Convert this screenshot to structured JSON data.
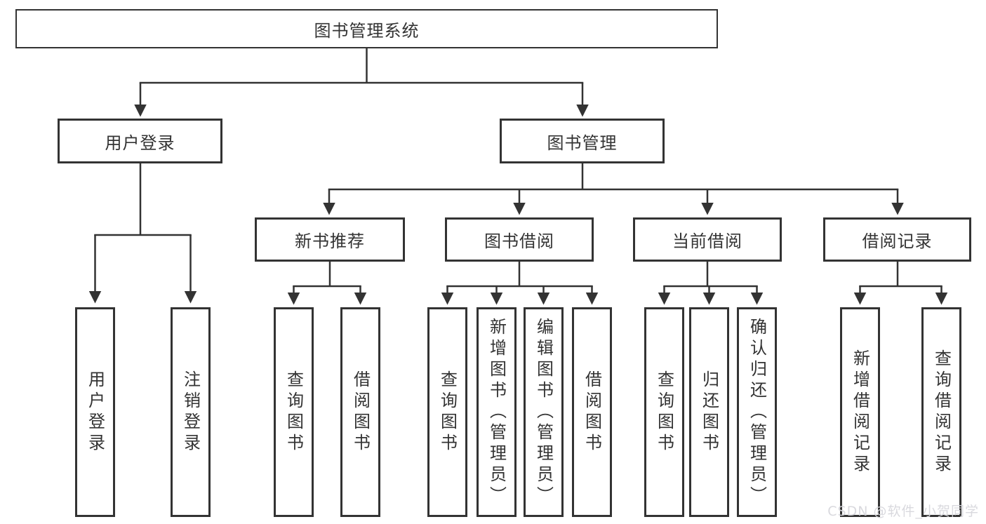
{
  "diagram": {
    "root_label": "图书管理系统",
    "level2": {
      "user_login": "用户登录",
      "book_mgmt": "图书管理"
    },
    "level3": {
      "new_books": "新书推荐",
      "book_borrow": "图书借阅",
      "current_borrow": "当前借阅",
      "borrow_records": "借阅记录"
    },
    "leaves": {
      "user": [
        "用户登录",
        "注销登录"
      ],
      "recommend": [
        "查询图书",
        "借阅图书"
      ],
      "borrow": [
        "查询图书",
        "新增图书（管理员）",
        "编辑图书（管理员）",
        "借阅图书"
      ],
      "current": [
        "查询图书",
        "归还图书",
        "确认归还（管理员）"
      ],
      "records": [
        "新增借阅记录",
        "查询借阅记录"
      ]
    },
    "colors": {
      "line": "#333333",
      "text": "#333333",
      "background": "#ffffff",
      "watermark": "#d6d6db"
    },
    "watermark": "CSDN @软件_小贺同学"
  }
}
